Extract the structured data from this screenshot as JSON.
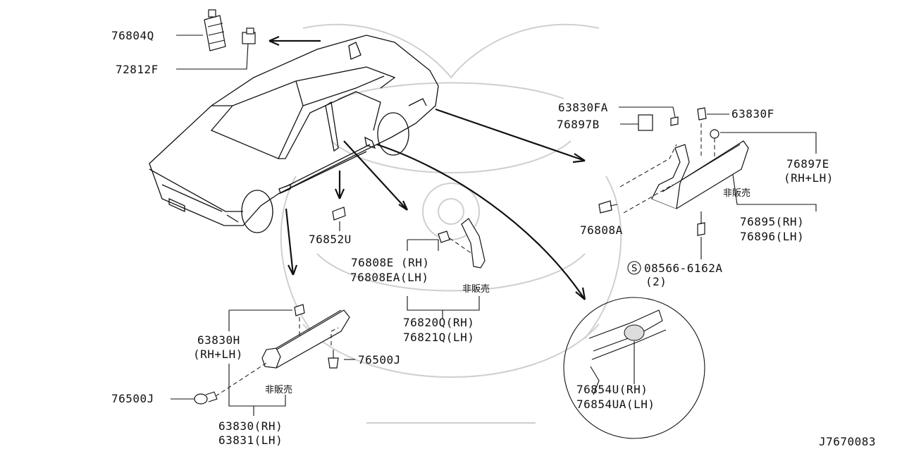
{
  "diagram": {
    "labels": {
      "p76804Q": "76804Q",
      "p72812F": "72812F",
      "p76852U": "76852U",
      "p63830FA": "63830FA",
      "p76897B": "76897B",
      "p63830F": "63830F",
      "p76897E": "76897E",
      "p76897E_side": "(RH+LH)",
      "p76808A": "76808A",
      "p76895": "76895(RH)",
      "p76896": "76896(LH)",
      "p08566": "08566-6162A",
      "p08566_qty": "(2)",
      "p08566_prefix": "S",
      "p76808E": "76808E (RH)",
      "p76808EA": "76808EA(LH)",
      "p76820Q": "76820Q(RH)",
      "p76821Q": "76821Q(LH)",
      "p63830H": "63830H",
      "p63830H_side": "(RH+LH)",
      "p76500J_a": "76500J",
      "p76500J_b": "76500J",
      "p63830": "63830(RH)",
      "p63831": "63831(LH)",
      "p76854U": "76854U(RH)",
      "p76854UA": "76854UA(LH)",
      "nfs_a": "非販売",
      "nfs_b": "非販売",
      "nfs_c": "非販売",
      "diagram_id": "J7670083"
    }
  }
}
